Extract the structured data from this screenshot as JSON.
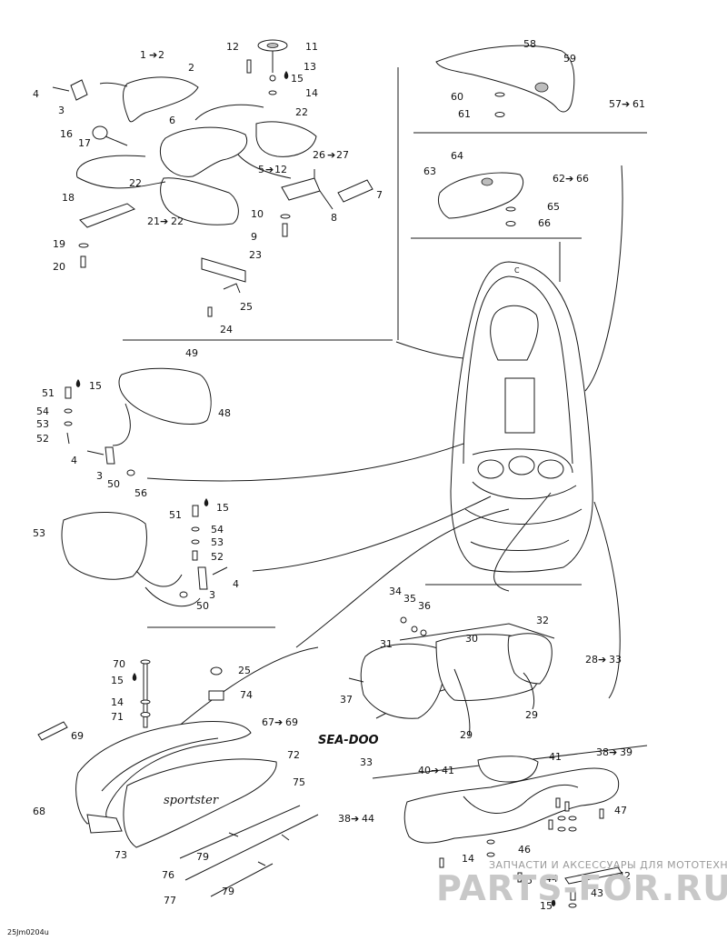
{
  "drawing_code": "25Jm0204u",
  "brand_text": "SEA-DOO",
  "model_script": "sportster",
  "watermark": {
    "line1": "ЗАПЧАСТИ И АКСЕССУАРЫ ДЛЯ МОТОТЕХНИКИ",
    "line2": "PARTS-FOR.RU"
  },
  "labels": {
    "l1a": "1",
    "l1b": "2",
    "l2": "2",
    "l3": "3",
    "l4": "4",
    "l6": "6",
    "l11": "11",
    "l12": "12",
    "l13": "13",
    "l14": "14",
    "l15": "15",
    "l16": "16",
    "l17": "17",
    "l22a": "22",
    "l26a": "26",
    "l26b": "27",
    "l5a": "5",
    "l5b": "12",
    "l22b": "22",
    "l21a": "21",
    "l21b": "22",
    "l18": "18",
    "l19": "19",
    "l20": "20",
    "l7": "7",
    "l8": "8",
    "l10": "10",
    "l9": "9",
    "l23": "23",
    "l25": "25",
    "l24": "24",
    "l58": "58",
    "l59": "59",
    "l60": "60",
    "l61": "61",
    "l57a": "57",
    "l57b": "61",
    "l64": "64",
    "l63": "63",
    "l62a": "62",
    "l62b": "66",
    "l65": "65",
    "l66": "66",
    "l49": "49",
    "l51": "51",
    "l15b": "15",
    "l54": "54",
    "l53": "53",
    "l52": "52",
    "l48": "48",
    "l4b": "4",
    "l3b": "3",
    "l50": "50",
    "l56": "56",
    "l53b": "53",
    "l51b": "51",
    "l15c": "15",
    "l54b": "54",
    "l53c": "53",
    "l52b": "52",
    "l4c": "4",
    "l3c": "3",
    "l50b": "50",
    "l34": "34",
    "l35": "35",
    "l36": "36",
    "l32": "32",
    "l31": "31",
    "l30": "30",
    "l28a": "28",
    "l28b": "33",
    "l37": "37",
    "l29a": "29",
    "l29b": "29",
    "l33": "33",
    "l70": "70",
    "l15d": "15",
    "l14b": "14",
    "l71": "71",
    "l25b": "25",
    "l74": "74",
    "l69": "69",
    "l67a": "67",
    "l67b": "69",
    "l72": "72",
    "l75": "75",
    "l68": "68",
    "l73": "73",
    "l76": "76",
    "l79a": "79",
    "l77": "77",
    "l79b": "79",
    "l41": "41",
    "l38a": "38",
    "l38b": "39",
    "l40a": "40",
    "l40b": "41",
    "l47": "47",
    "l38c": "38",
    "l38d": "44",
    "l46": "46",
    "l14c": "14",
    "l45": "45",
    "l44": "44",
    "l42": "42",
    "l43": "43",
    "l15e": "15"
  }
}
